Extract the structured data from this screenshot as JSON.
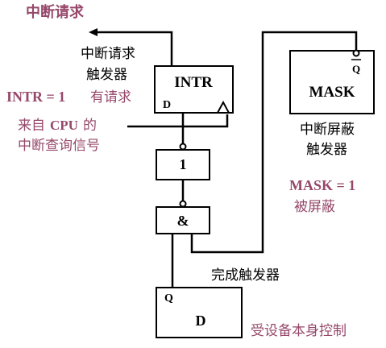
{
  "labels": {
    "int_request_top": "中断请求",
    "intr_trigger_line1": "中断请求",
    "intr_trigger_line2": "触发器",
    "intr_eq": "INTR = 1",
    "has_request": "有请求",
    "cpu_line1_a": "来自",
    "cpu_line1_b": "CPU",
    "cpu_line1_c": "的",
    "cpu_line2": "中断查询信号",
    "mask_trigger_line1": "中断屏蔽",
    "mask_trigger_line2": "触发器",
    "mask_eq": "MASK = 1",
    "masked": "被屏蔽",
    "done_trigger": "完成触发器",
    "device_control": "受设备本身控制"
  },
  "blocks": {
    "intr": {
      "title": "INTR",
      "pin_d": "D"
    },
    "mask": {
      "title": "MASK",
      "pin_q_bar": "Q"
    },
    "buffer": {
      "title": "1"
    },
    "and": {
      "title": "&"
    },
    "done": {
      "title": "D",
      "pin_q": "Q"
    }
  }
}
